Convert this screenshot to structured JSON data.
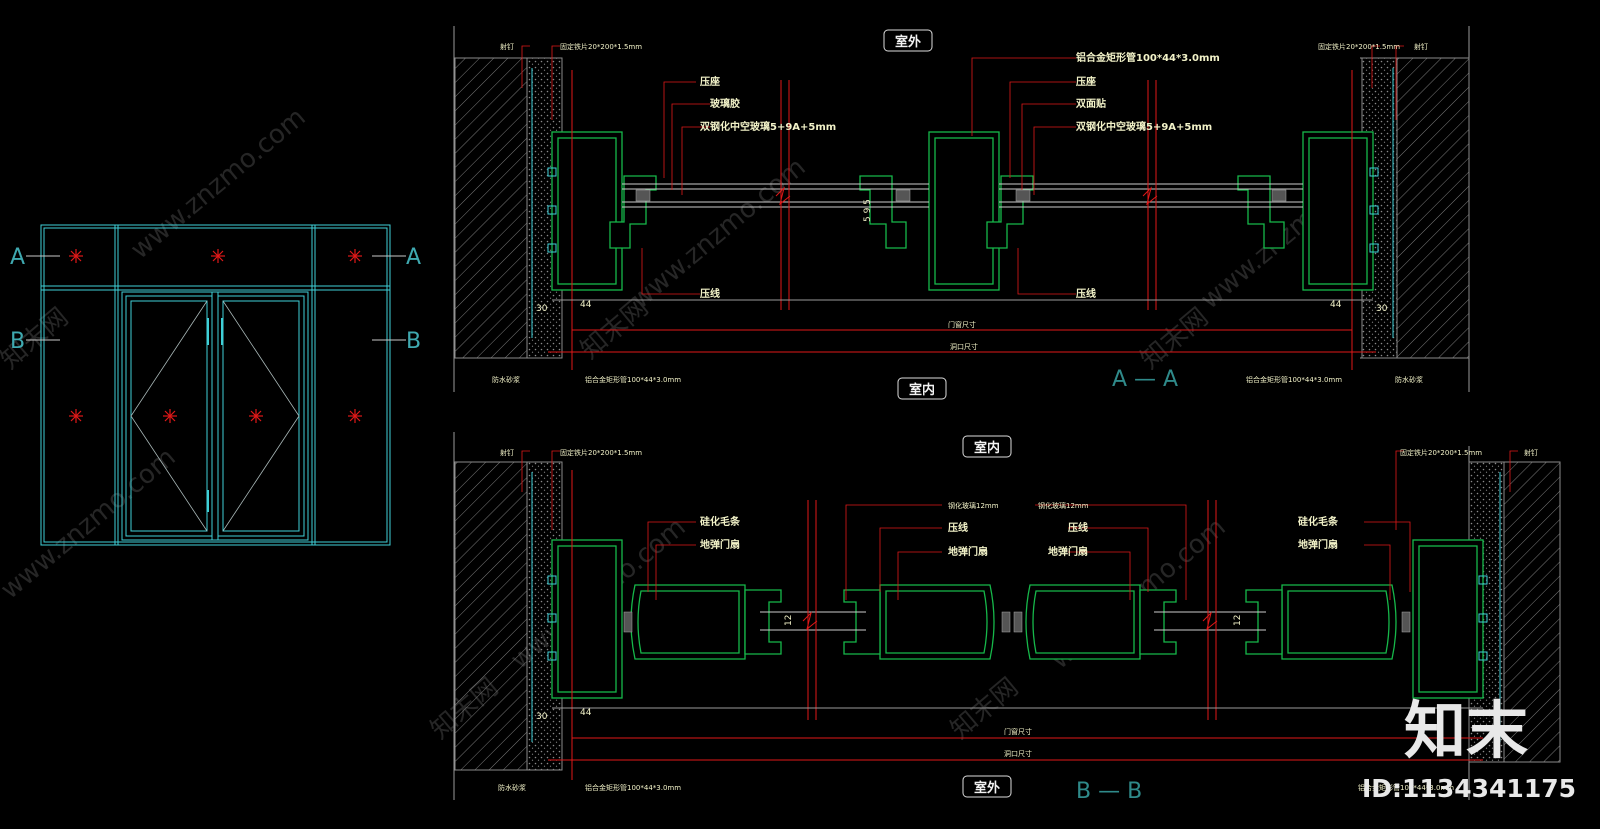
{
  "section_marks": {
    "a_left": "A",
    "a_right": "A",
    "b_left": "B",
    "b_right": "B"
  },
  "aa": {
    "title": "A — A",
    "room_top": "室外",
    "room_bottom": "室内",
    "left_nail": "射钉",
    "left_plate": "固定铁片20*200*1.5mm",
    "right_plate": "固定铁片20*200*1.5mm",
    "right_nail": "射钉",
    "tube_top": "铝合金矩形管100*44*3.0mm",
    "c_yazuo": "压座",
    "c_glue": "玻璃胶",
    "c_glass": "双钢化中空玻璃5+9A+5mm",
    "r_yazuo": "压座",
    "r_tape": "双面贴",
    "r_glass": "双钢化中空玻璃5+9A+5mm",
    "c_yaxian": "压线",
    "r_yaxian": "压线",
    "dim_30_left": "30",
    "dim_44_left": "44",
    "dim_44_right": "44",
    "dim_30_right": "30",
    "dim_glass": "5 9 5",
    "dim_door": "门窗尺寸",
    "dim_opening": "洞口尺寸",
    "left_mortar": "防水砂浆",
    "left_tube": "铝合金矩形管100*44*3.0mm",
    "right_tube": "铝合金矩形管100*44*3.0mm",
    "right_mortar": "防水砂浆"
  },
  "bb": {
    "title": "B — B",
    "room_top": "室内",
    "room_bottom": "室外",
    "left_nail": "射钉",
    "left_plate": "固定铁片20*200*1.5mm",
    "right_plate": "固定铁片20*200*1.5mm",
    "right_nail": "射钉",
    "glass_left": "钢化玻璃12mm",
    "glass_right": "钢化玻璃12mm",
    "l_brush": "硅化毛条",
    "l_leaf": "地弹门扇",
    "c_yaxian": "压线",
    "c_leaf": "地弹门扇",
    "r_yaxian": "压线",
    "r_leaf": "地弹门扇",
    "rr_brush": "硅化毛条",
    "rr_leaf": "地弹门扇",
    "dim_12a": "12",
    "dim_12b": "12",
    "dim_30": "30",
    "dim_44": "44",
    "dim_door": "门窗尺寸",
    "dim_opening": "洞口尺寸",
    "left_mortar": "防水砂浆",
    "left_tube": "铝合金矩形管100*44*3.0mm",
    "right_tube": "铝合金矩形管100*44*3.0mm"
  },
  "watermark": [
    "www.znzmo.com",
    "知末网"
  ],
  "logo": "知末",
  "id": "ID:1134341175",
  "colors": {
    "cyan": "#3fd0d8",
    "green": "#16b84a",
    "red": "#e01818",
    "yellow": "#f2f2c8",
    "gray": "#9a9a9a"
  }
}
